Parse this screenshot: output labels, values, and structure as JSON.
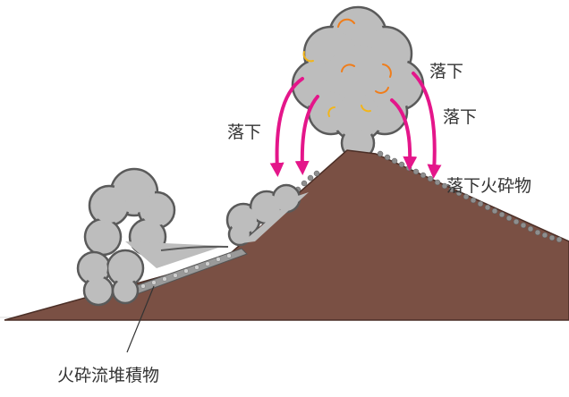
{
  "labels": {
    "fall_left": "落下",
    "fall_right_top": "落下",
    "fall_right_bottom": "落下",
    "fallen_pyroclasts": "落下火砕物",
    "pyroclastic_flow_deposit": "火砕流堆積物"
  },
  "colors": {
    "mountain": "#7a5044",
    "cloud": "#bdbdbd",
    "cloud_outline": "#5a5a5a",
    "arrow": "#e4168a",
    "ember_orange": "#f07d1a",
    "ember_yellow": "#f2b51a",
    "deposit": "#8e8e8e",
    "text": "#333333"
  },
  "icons": {
    "arrows": "arrow-down-icon",
    "cloud": "eruption-cloud-icon"
  }
}
